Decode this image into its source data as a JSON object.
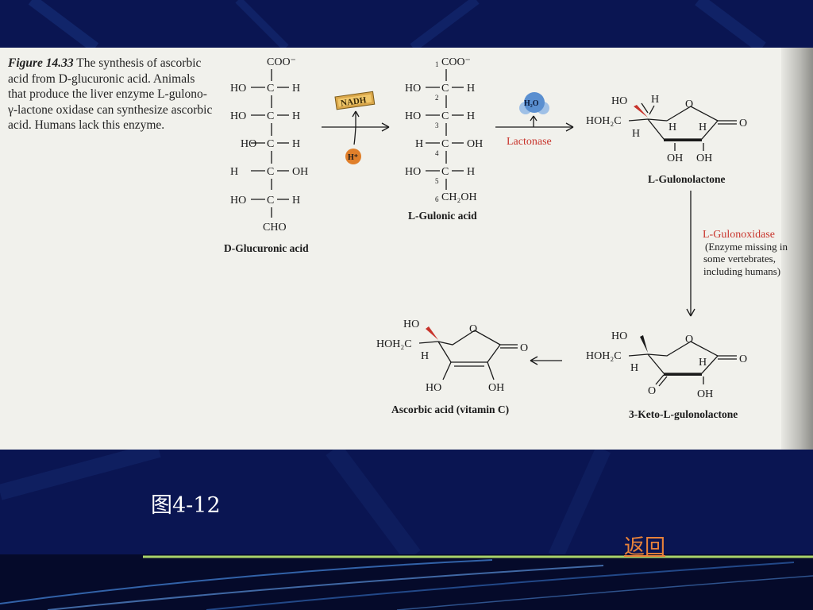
{
  "caption": {
    "figure_number": "Figure 14.33",
    "text": "The synthesis of ascorbic acid from D-glucuronic acid. Animals that produce the liver enzyme L-gulono-γ-lactone oxidase can synthesize ascorbic acid. Humans lack this enzyme."
  },
  "diagram": {
    "nodes": {
      "glucuronic": {
        "name": "D-Glucuronic acid",
        "rows": [
          "COO⁻",
          "HO",
          "H",
          "HO",
          "H",
          "HO",
          "H",
          "H",
          "OH",
          "HO",
          "H",
          "CHO"
        ]
      },
      "gulonic": {
        "name": "L-Gulonic acid",
        "rows": [
          "COO⁻",
          "HO",
          "H",
          "HO",
          "H",
          "H",
          "OH",
          "HO",
          "H",
          "CH₂OH"
        ],
        "numbers": [
          "1",
          "2",
          "3",
          "4",
          "5",
          "6"
        ]
      },
      "gulonolactone": {
        "name": "L-Gulonolactone",
        "atoms": [
          "HO",
          "H",
          "HOH₂C",
          "O",
          "O",
          "H",
          "H",
          "H",
          "OH",
          "OH"
        ]
      },
      "keto": {
        "name": "3-Keto-L-gulonolactone",
        "atoms": [
          "HO",
          "HOH₂C",
          "H",
          "O",
          "O",
          "H",
          "O",
          "OH"
        ]
      },
      "ascorbic": {
        "name": "Ascorbic acid (vitamin C)",
        "atoms": [
          "HO",
          "HOH₂C",
          "H",
          "O",
          "O",
          "HO",
          "OH"
        ]
      }
    },
    "edges": {
      "step1": {
        "cofactor": "NADH",
        "proton": "H⁺"
      },
      "step2": {
        "enzyme": "Lactonase",
        "product": "H₂O"
      },
      "step3": {
        "enzyme": "L-Gulonoxidase",
        "note": [
          "(Enzyme missing in",
          "some vertebrates,",
          "including humans)"
        ]
      }
    }
  },
  "slide": {
    "figure_label": "图4-12",
    "back_link": "返回"
  },
  "colors": {
    "background": "#0a1552",
    "panel": "#f1f1ec",
    "enzyme_red": "#c8342c",
    "link": "#e8823a"
  }
}
